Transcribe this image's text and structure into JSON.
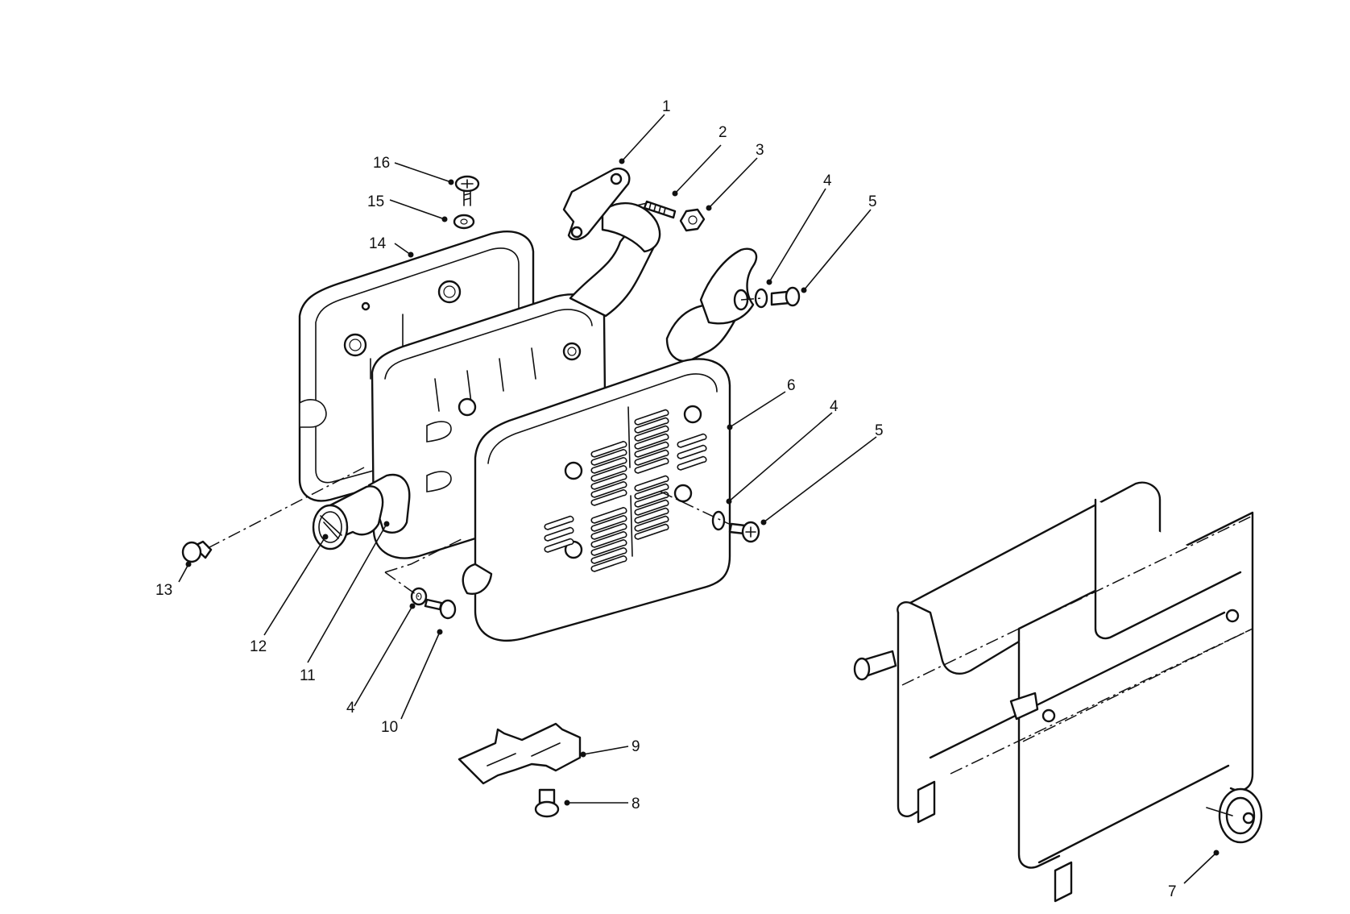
{
  "callouts": [
    {
      "id": "c1",
      "label": "1"
    },
    {
      "id": "c2",
      "label": "2"
    },
    {
      "id": "c3",
      "label": "3"
    },
    {
      "id": "c4a",
      "label": "4"
    },
    {
      "id": "c5a",
      "label": "5"
    },
    {
      "id": "c6",
      "label": "6"
    },
    {
      "id": "c4b",
      "label": "4"
    },
    {
      "id": "c5b",
      "label": "5"
    },
    {
      "id": "c7",
      "label": "7"
    },
    {
      "id": "c8",
      "label": "8"
    },
    {
      "id": "c9",
      "label": "9"
    },
    {
      "id": "c10",
      "label": "10"
    },
    {
      "id": "c4c",
      "label": "4"
    },
    {
      "id": "c11",
      "label": "11"
    },
    {
      "id": "c12",
      "label": "12"
    },
    {
      "id": "c13",
      "label": "13"
    },
    {
      "id": "c14",
      "label": "14"
    },
    {
      "id": "c15",
      "label": "15"
    },
    {
      "id": "c16",
      "label": "16"
    }
  ]
}
